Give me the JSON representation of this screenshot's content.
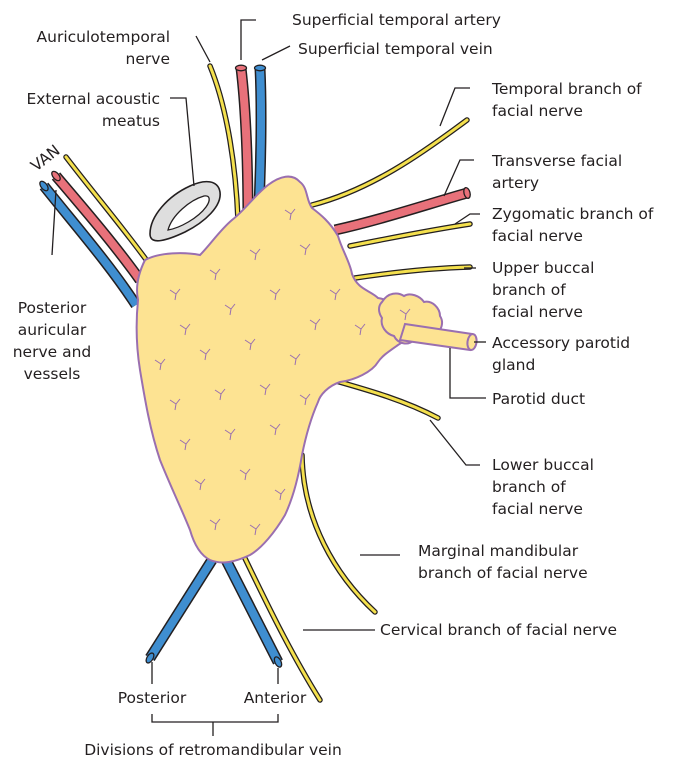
{
  "labels": {
    "superficial_temporal_artery": "Superficial temporal artery",
    "superficial_temporal_vein": "Superficial temporal vein",
    "auriculotemporal_1": "Auriculotemporal",
    "auriculotemporal_2": "nerve",
    "external_acoustic_1": "External acoustic",
    "external_acoustic_2": "meatus",
    "van": "VAN",
    "temporal_branch_1": "Temporal branch of",
    "temporal_branch_2": "facial nerve",
    "transverse_facial_1": "Transverse facial",
    "transverse_facial_2": "artery",
    "zygomatic_branch_1": "Zygomatic branch of",
    "zygomatic_branch_2": "facial nerve",
    "upper_buccal_1": "Upper buccal",
    "upper_buccal_2": "branch of",
    "upper_buccal_3": "facial nerve",
    "accessory_parotid_1": "Accessory parotid",
    "accessory_parotid_2": "gland",
    "parotid_duct": "Parotid duct",
    "posterior_auricular_1": "Posterior",
    "posterior_auricular_2": "auricular",
    "posterior_auricular_3": "nerve and",
    "posterior_auricular_4": "vessels",
    "lower_buccal_1": "Lower buccal",
    "lower_buccal_2": "branch of",
    "lower_buccal_3": "facial nerve",
    "marginal_mandibular_1": "Marginal mandibular",
    "marginal_mandibular_2": "branch of facial nerve",
    "cervical_branch": "Cervical branch of facial nerve",
    "posterior": "Posterior",
    "anterior": "Anterior",
    "divisions": "Divisions of retromandibular vein"
  },
  "colors": {
    "gland_fill": "#fde392",
    "gland_outline": "#9a6fb0",
    "nerve": "#f4e04d",
    "artery": "#e8717a",
    "vein": "#3f8ed0",
    "meatus": "#dedede",
    "outline": "#231f20"
  }
}
